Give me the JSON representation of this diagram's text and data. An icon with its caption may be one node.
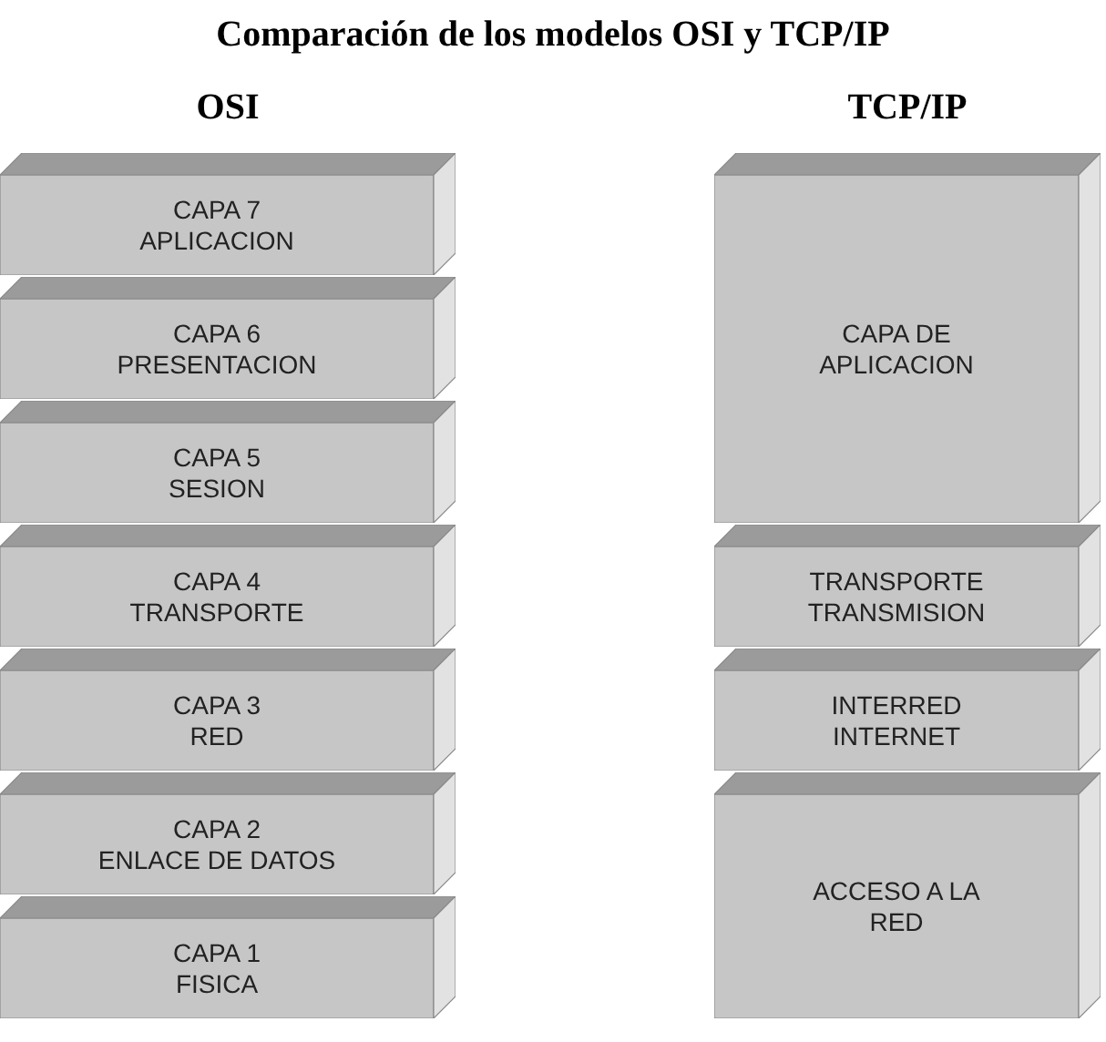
{
  "diagram": {
    "title": "Comparación de los modelos OSI y TCP/IP",
    "nodes": [
      {
        "text": [
          "CAPA 7",
          "APLICACION"
        ]
      },
      {
        "text": [
          "CAPA 6",
          "PRESENTACION"
        ]
      },
      {
        "text": [
          "CAPA 5",
          "SESION"
        ]
      },
      {
        "text": [
          "CAPA 4",
          "TRANSPORTE"
        ]
      },
      {
        "text": [
          "CAPA 3",
          "RED"
        ]
      },
      {
        "text": [
          "CAPA 2",
          "ENLACE DE DATOS"
        ]
      },
      {
        "text": [
          "CAPA 1",
          "FISICA"
        ]
      },
      {
        "text": [
          "CAPA DE APLICACION"
        ]
      },
      {
        "text": [
          "TRANSPORTE",
          "TRANSMISION"
        ]
      },
      {
        "text": [
          "INTERRED",
          "INTERNET"
        ]
      },
      {
        "text": [
          "ACCESO A LA RED"
        ]
      }
    ],
    "labels": [
      "OSI",
      "TCP/IP"
    ]
  }
}
